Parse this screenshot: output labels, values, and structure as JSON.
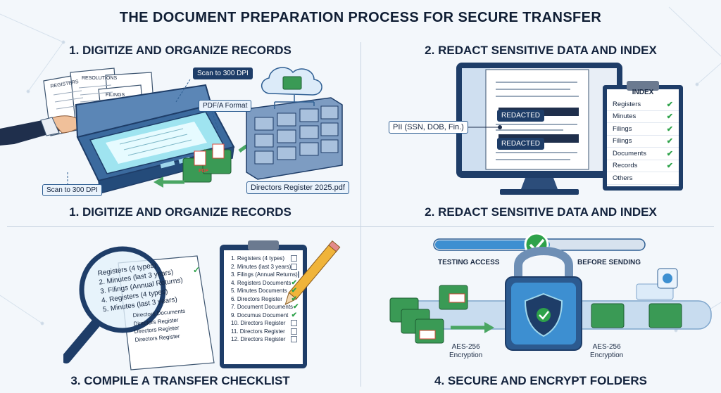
{
  "title": "THE DOCUMENT PREPARATION PROCESS FOR SECURE TRANSFER",
  "panel1": {
    "heading_top": "1. DIGITIZE AND ORGANIZE RECORDS",
    "heading_bottom": "1. DIGITIZE AND ORGANIZE RECORDS",
    "paper_labels": [
      "REGISTERS",
      "RESOLUTIONS",
      "FILINGS"
    ],
    "tag_scan_top": "Scan to 300 DPI",
    "tag_pdfa": "PDF/A Format",
    "tag_scan_bottom": "Scan to 300 DPI",
    "tag_filename": "Directors Register 2025.pdf"
  },
  "panel2": {
    "heading_top": "2. REDACT SENSITIVE DATA AND INDEX",
    "heading_bottom": "2. REDACT SENSITIVE DATA AND INDEX",
    "redacted_1": "REDACTED",
    "redacted_2": "REDACTED",
    "pii_label": "PII (SSN, DOB, Fin.)",
    "index_title": "INDEX",
    "index_items": [
      "Registers",
      "Minutes",
      "Filings",
      "Filings",
      "Documents",
      "Records",
      "Others"
    ]
  },
  "panel3": {
    "heading": "3. COMPILE A TRANSFER CHECKLIST",
    "magnifier_items": [
      "Registers (4 types)",
      "2. Minutes (last 3 years)",
      "3. Filings (Annual Returns)",
      "4. Registers (4 types)",
      "5. Minutes (last 3 years)"
    ],
    "left_list": [
      "Directors Documents",
      "Directors Register",
      "Directors Register",
      "Directors Register"
    ],
    "checklist": [
      {
        "text": "1. Registers (4 types)",
        "checked": false
      },
      {
        "text": "2. Minutes (last 3 years)",
        "checked": false
      },
      {
        "text": "3. Filings (Annual Returns)",
        "checked": false
      },
      {
        "text": "4.  Registers Documents",
        "checked": true
      },
      {
        "text": "5.  Minutes Documents",
        "checked": true
      },
      {
        "text": "6.  Directors Register",
        "checked": true
      },
      {
        "text": "7.  Document Documents",
        "checked": true
      },
      {
        "text": "9.  Documus Document",
        "checked": true
      },
      {
        "text": "10. Directors Register",
        "checked": false
      },
      {
        "text": "11. Directors Register",
        "checked": false
      },
      {
        "text": "12. Directors Register",
        "checked": false
      }
    ]
  },
  "panel4": {
    "heading": "4. SECURE AND ENCRYPT FOLDERS",
    "testing_access": "TESTING ACCESS",
    "before_sending": "BEFORE SENDING",
    "enc_left": "AES-256\nEncryption",
    "enc_right": "AES-256\nEncryption",
    "progress_value": 0.55
  },
  "colors": {
    "navy": "#1e3d68",
    "green": "#2ea24a",
    "folder_green": "#3a9a55",
    "blue_light": "#cfe3f7",
    "pdf_red": "#d9483b"
  }
}
